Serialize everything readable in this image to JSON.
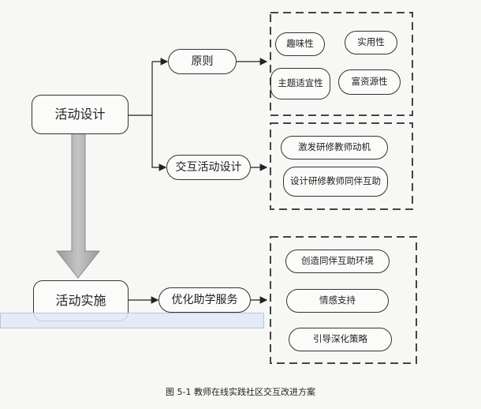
{
  "diagram": {
    "main_nodes": {
      "design": "活动设计",
      "implement": "活动实施"
    },
    "branches": {
      "principle": "原则",
      "interaction_design": "交互活动设计",
      "service": "优化助学服务"
    },
    "groups": {
      "principles": [
        "趣味性",
        "实用性",
        "主题适宜性",
        "富资源性"
      ],
      "interaction": [
        "激发研修教师动机",
        "设计研修教师同伴互助"
      ],
      "service": [
        "创造同伴互助环境",
        "情感支持",
        "引导深化策略"
      ]
    }
  },
  "caption": "图 5-1 教师在线实践社区交互改进方案"
}
